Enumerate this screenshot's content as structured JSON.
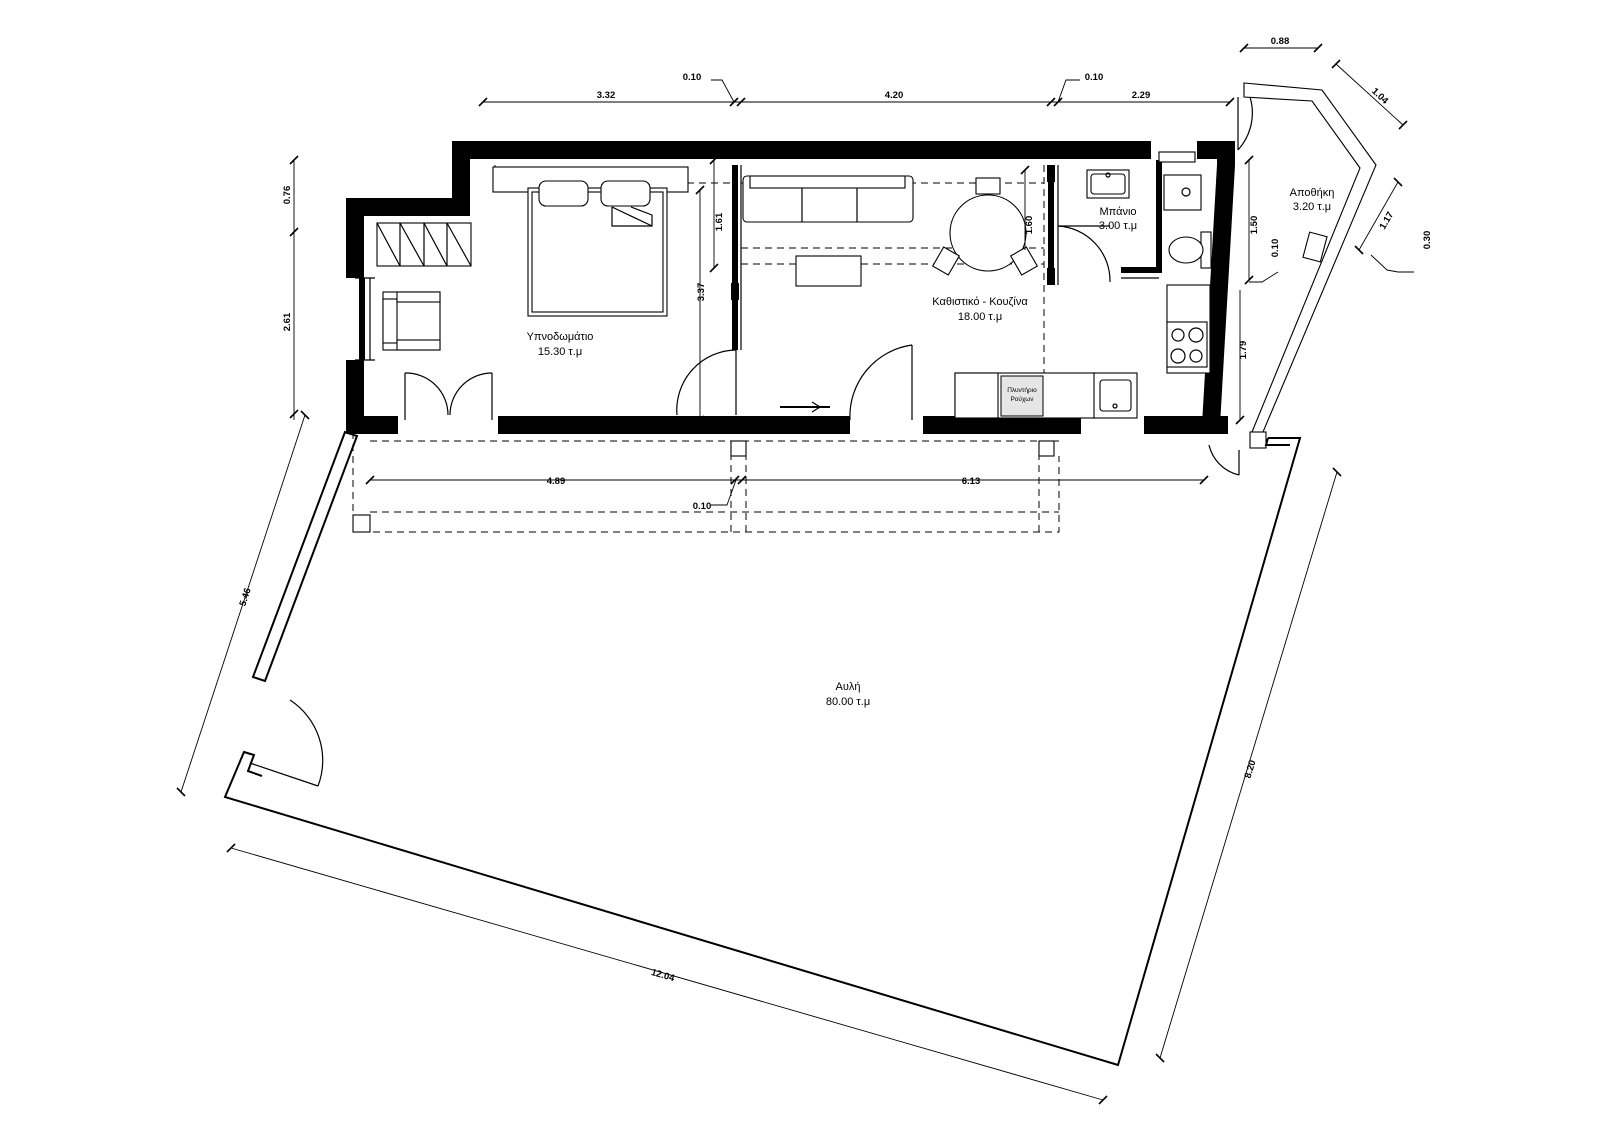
{
  "rooms": {
    "bedroom": {
      "name": "Υπνοδωμάτιο",
      "area": "15.30 τ.μ"
    },
    "living": {
      "name": "Καθιστικό - Κουζίνα",
      "area": "18.00 τ.μ"
    },
    "bath": {
      "name": "Μπάνιο",
      "area": "3.00 τ.μ"
    },
    "storage": {
      "name": "Αποθήκη",
      "area": "3.20 τ.μ"
    },
    "yard": {
      "name": "Αυλή",
      "area": "80.00 τ.μ"
    },
    "laundry": {
      "line1": "Πλυντήριο",
      "line2": "Ρούχων"
    }
  },
  "dimensions": {
    "top_bedroom": "3.32",
    "top_wall1": "0.10",
    "top_living": "4.20",
    "top_wall2": "0.10",
    "top_bath": "2.29",
    "storage_top": "0.88",
    "storage_angle": "1.04",
    "storage_side": "1.17",
    "storage_wall": "0.30",
    "left_upper": "0.76",
    "left_lower": "2.61",
    "bed_wall": "1.61",
    "bed_inner": "3.37",
    "table_dim": "1.60",
    "bath_h": "1.50",
    "bath_wall": "0.10",
    "kitchen_h": "1.79",
    "bottom_left": "4.89",
    "bottom_wall": "0.10",
    "bottom_right": "6.13",
    "yard_left": "5.46",
    "yard_bottom": "12.04",
    "yard_right": "8.20"
  }
}
